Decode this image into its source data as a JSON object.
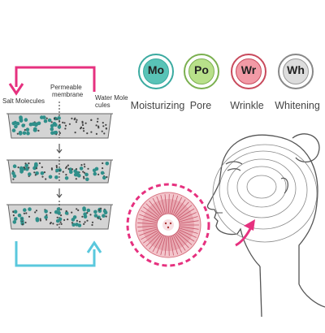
{
  "osmosis": {
    "label_salt": "Salt Molecules",
    "label_membrane_1": "Permeable",
    "label_membrane_2": "membrane",
    "label_water_1": "Water Mole",
    "label_water_2": "cules"
  },
  "features": [
    {
      "code": "Mo",
      "label": "Moisturizing",
      "color": "#3aaaa0"
    },
    {
      "code": "Po",
      "label": "Pore",
      "color": "#9ccc6a"
    },
    {
      "code": "Wr",
      "label": "Wrinkle",
      "color": "#e07080"
    },
    {
      "code": "Wh",
      "label": "Whitening",
      "color": "#bdbdbd"
    }
  ],
  "colors": {
    "pink": "#e6317f",
    "cyan": "#5ac8dd",
    "teal": "#2f8f8a",
    "tray": "#c8c8c8"
  }
}
